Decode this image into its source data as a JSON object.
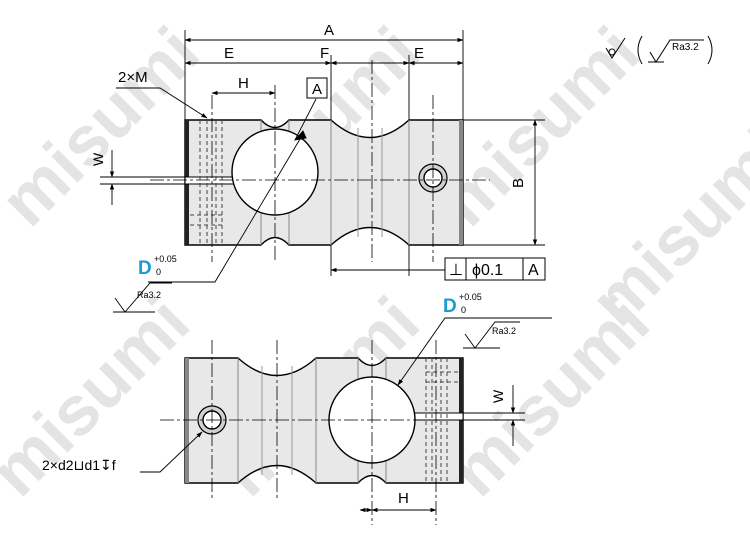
{
  "dims": {
    "A": "A",
    "E": "E",
    "F": "F",
    "H": "H",
    "B": "B",
    "W": "W",
    "datum": "A",
    "count_m": "2×M",
    "hole_callout": "2×d2⊔d1↧f"
  },
  "bore": {
    "letter": "D",
    "tol_upper": "+0.05",
    "tol_lower": "0"
  },
  "surface": {
    "roughness": "Ra3.2"
  },
  "tolerance_frame": {
    "symbol": "⊥",
    "value": "ϕ0.1",
    "datum": "A"
  },
  "watermark": {
    "text": "misumi"
  },
  "colors": {
    "line": "#000000",
    "body_fill": "#e8e8e8",
    "accent_blue": "#1a9ad6",
    "watermark": "#e2e2e2"
  }
}
